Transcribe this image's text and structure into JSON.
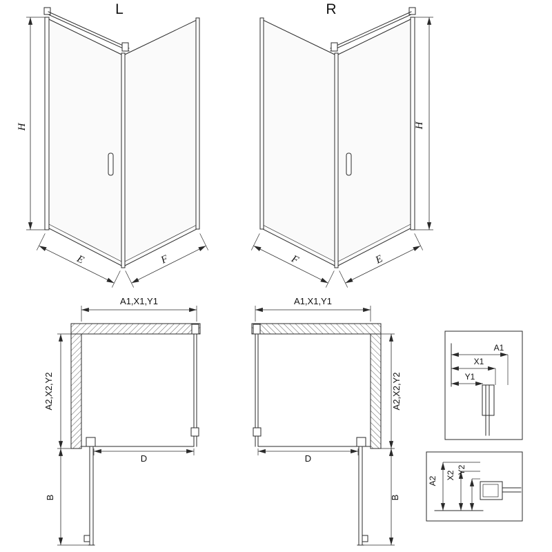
{
  "page": {
    "background": "#ffffff"
  },
  "drawing": {
    "line_color": "#2a2a2a",
    "glass_color": "#fafafa"
  },
  "iso_left": {
    "title": "L",
    "height": "H",
    "bottom_left": "E",
    "bottom_right": "F"
  },
  "iso_right": {
    "title": "R",
    "height": "H",
    "bottom_left": "F",
    "bottom_right": "E"
  },
  "plan_left": {
    "width": "A1,X1,Y1",
    "depth": "A2,X2,Y2",
    "door_width": "D",
    "door_swing": "B"
  },
  "plan_right": {
    "width": "A1,X1,Y1",
    "depth": "A2,X2,Y2",
    "door_width": "D",
    "door_swing": "B"
  },
  "detail_width": {
    "dims": [
      "A1",
      "X1",
      "Y1"
    ]
  },
  "detail_depth": {
    "dims": [
      "A2",
      "X2",
      "Y2"
    ]
  }
}
